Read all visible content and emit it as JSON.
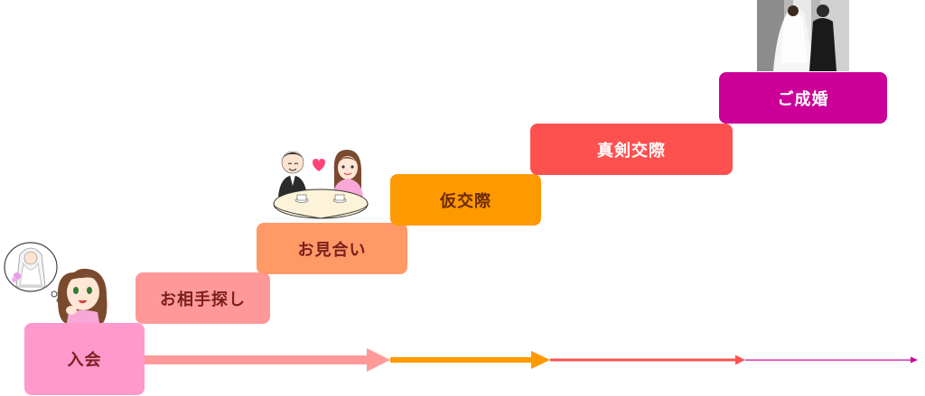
{
  "stages": [
    {
      "label": "入会",
      "bg": "#ff99cc",
      "fg": "#7a1f1f"
    },
    {
      "label": "お相手探し",
      "bg": "#ff9999",
      "fg": "#7a1f1f"
    },
    {
      "label": "お見合い",
      "bg": "#ff9966",
      "fg": "#7a1f1f"
    },
    {
      "label": "仮交際",
      "bg": "#ff9900",
      "fg": "#6b2a00"
    },
    {
      "label": "真剣交際",
      "bg": "#ff5050",
      "fg": "#ffffff"
    },
    {
      "label": "ご成婚",
      "bg": "#cc0099",
      "fg": "#ffffff"
    }
  ],
  "arrow_colors": [
    "#ff9999",
    "#ff9900",
    "#ff5050",
    "#cc0099"
  ],
  "illustrations": [
    {
      "name": "bride-dreaming-illustration"
    },
    {
      "name": "couple-meeting-illustration"
    },
    {
      "name": "wedding-couple-photo"
    }
  ]
}
